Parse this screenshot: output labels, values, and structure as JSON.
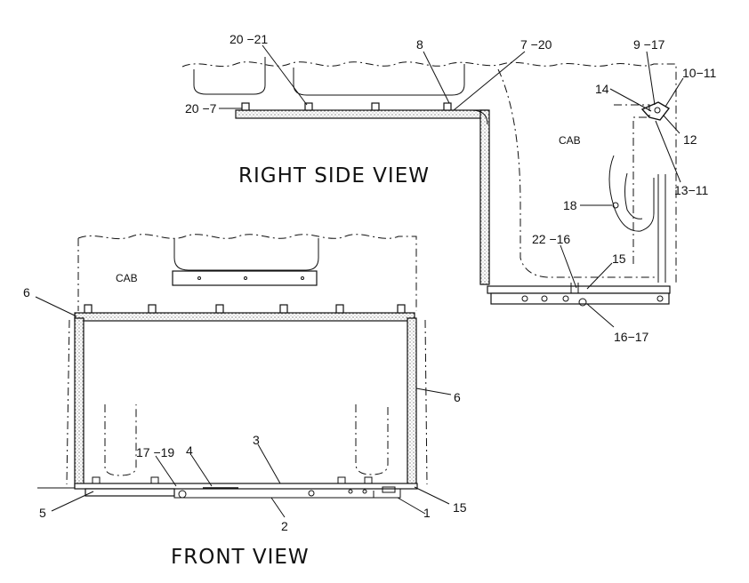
{
  "views": {
    "right_side": {
      "title": "RIGHT SIDE VIEW",
      "cab_label": "CAB",
      "callouts": [
        "20 −21",
        "8",
        "7 −20",
        "20 −7",
        "9 −17",
        "10−11",
        "14",
        "12",
        "13−11",
        "18",
        "22 −16",
        "15",
        "16−17"
      ]
    },
    "front": {
      "title": "FRONT VIEW",
      "cab_label": "CAB",
      "callouts": [
        "6",
        "6",
        "17 −19",
        "4",
        "3",
        "5",
        "2",
        "1",
        "15"
      ]
    }
  }
}
